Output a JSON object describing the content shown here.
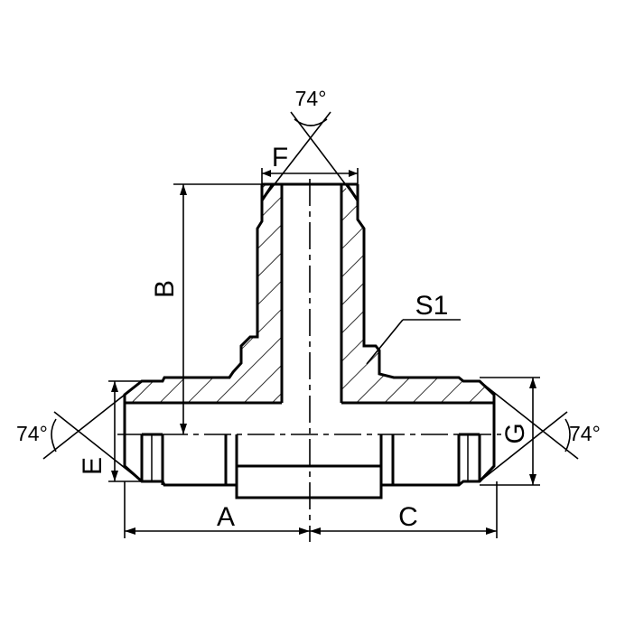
{
  "labels": {
    "A": "A",
    "B": "B",
    "C": "C",
    "E": "E",
    "F": "F",
    "G": "G",
    "S1": "S1",
    "angle_top": "74°",
    "angle_left": "74°",
    "angle_right": "74°"
  },
  "colors": {
    "line": "#000000",
    "background": "#ffffff"
  }
}
